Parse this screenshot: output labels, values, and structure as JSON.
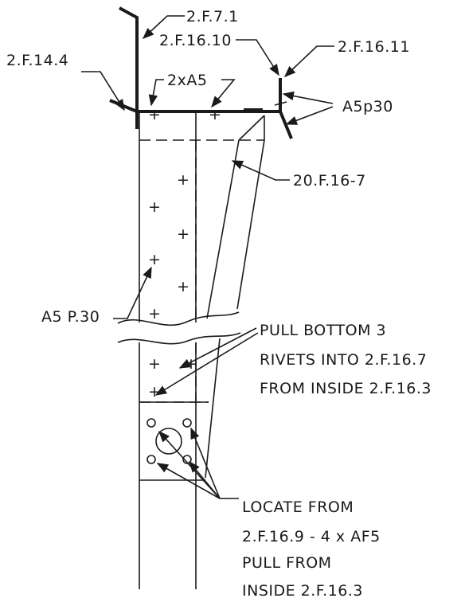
{
  "labels": {
    "ref_2f71": "2.F.7.1",
    "ref_2f1610": "2.F.16.10",
    "ref_2f1611": "2.F.16.11",
    "ref_2f144": "2.F.14.4",
    "ref_2xa5": "2xA5",
    "ref_a5p30": "A5p30",
    "ref_20f167": "20.F.16-7",
    "ref_a5p30_side": "A5 P.30",
    "note_pull_bottom": [
      "PULL BOTTOM 3",
      "RIVETS INTO 2.F.16.7",
      "FROM INSIDE 2.F.16.3"
    ],
    "note_locate": [
      "LOCATE FROM",
      "2.F.16.9 - 4 x AF5",
      "PULL FROM",
      "INSIDE 2.F.16.3"
    ]
  },
  "colors": {
    "line": "#1a1a1a",
    "background": "#ffffff"
  }
}
